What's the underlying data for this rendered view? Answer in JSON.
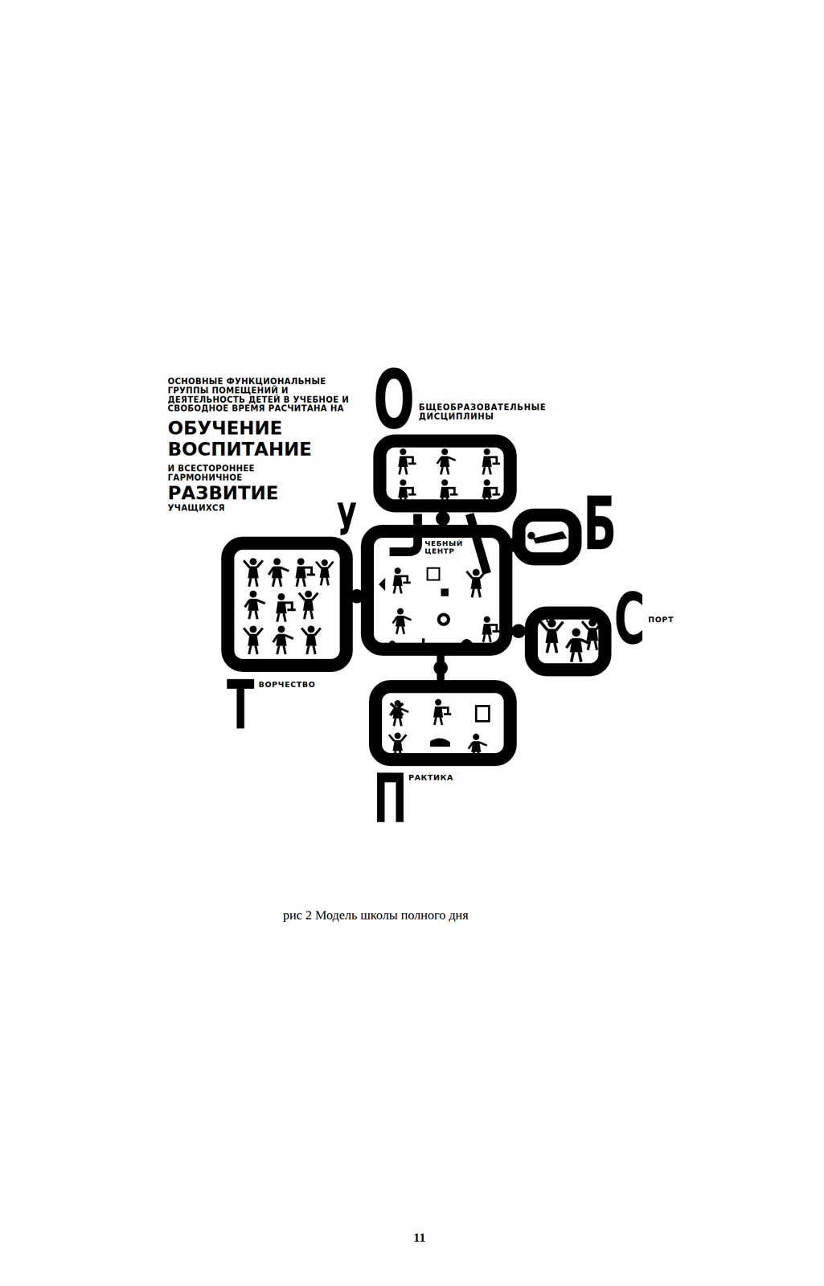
{
  "diagram": {
    "caption": "рис 2 Модель школы полного дня",
    "nodes": [
      {
        "text": [
          "О",
          "БЩЕОБРАЗОВАТЕЛЬНЫЕ ДИСЦИПЛИНЫ"
        ]
      },
      {
        "text": [
          "Б"
        ]
      },
      {
        "text": [
          "У",
          "ЧЕБНЫЙ ЦЕНТР"
        ]
      },
      {
        "text": [
          "Т",
          "ВОРЧЕСТВО"
        ]
      },
      {
        "text": [
          "С",
          "ПОРТ"
        ]
      },
      {
        "text": [
          "П",
          "РАКТИКА"
        ]
      }
    ],
    "edges": [
      {
        "from": 2,
        "to": 0,
        "arrow": "none"
      },
      {
        "from": 2,
        "to": 1,
        "arrow": "none"
      },
      {
        "from": 3,
        "to": 2,
        "arrow": "none"
      },
      {
        "from": 2,
        "to": 4,
        "arrow": "none"
      },
      {
        "from": 2,
        "to": 5,
        "arrow": "none"
      }
    ],
    "labels": [
      "ОСНОВНЫЕ ФУНКЦИОНАЛЬНЫЕ ГРУППЫ ПОМЕЩЕНИЙ И ДЕЯТЕЛЬНОСТЬ ДЕТЕЙ В УЧЕБНОЕ И СВОБОДНОЕ ВРЕМЯ РАСЧИТАНА НА",
      "ОБУЧЕНИЕ",
      "ВОСПИТАНИЕ",
      "И ВСЕСТОРОННЕЕ ГАРМОНИЧНОЕ",
      "РАЗВИТИЕ",
      "УЧАЩИХСЯ",
      "11"
    ]
  }
}
